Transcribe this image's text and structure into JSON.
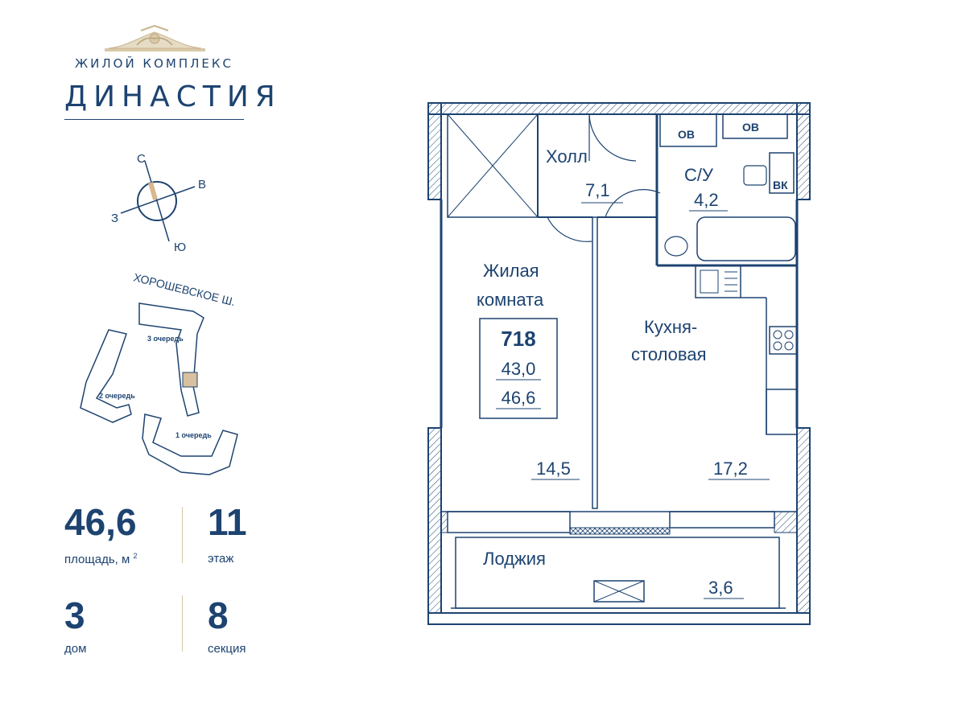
{
  "brand": {
    "subtitle": "ЖИЛОЙ КОМПЛЕКС",
    "name": "ДИНАСТИЯ"
  },
  "compass": {
    "n": "С",
    "e": "В",
    "s": "Ю",
    "w": "З"
  },
  "site_plan": {
    "street": "ХОРОШЕВСКОЕ Ш.",
    "phases": [
      "3 очередь",
      "2 очередь",
      "1 очередь"
    ]
  },
  "stats": {
    "area_value": "46,6",
    "area_label": "площадь, м",
    "area_unit_sup": "2",
    "floor_value": "11",
    "floor_label": "этаж",
    "house_value": "3",
    "house_label": "дом",
    "section_value": "8",
    "section_label": "секция"
  },
  "plan": {
    "hall_name": "Холл",
    "hall_area": "7,1",
    "bath_name": "С/У",
    "bath_area": "4,2",
    "ov1": "ОВ",
    "ov2": "ОВ",
    "vk": "ВК",
    "living_line1": "Жилая",
    "living_line2": "комната",
    "apt_number": "718",
    "apt_living": "43,0",
    "apt_total": "46,6",
    "living_area": "14,5",
    "kitchen_line1": "Кухня-",
    "kitchen_line2": "столовая",
    "kitchen_area": "17,2",
    "loggia_name": "Лоджия",
    "loggia_area": "3,6"
  },
  "colors": {
    "primary": "#1d4370",
    "gold": "#d8c9a8",
    "hatch": "#b8c6d8"
  }
}
